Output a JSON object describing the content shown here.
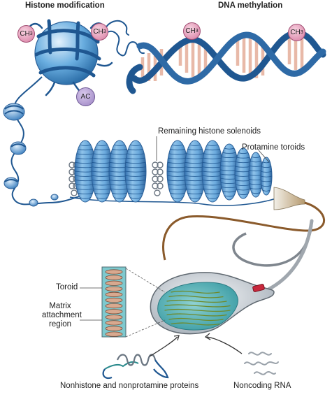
{
  "labels": {
    "histone_modification": "Histone modification",
    "dna_methylation": "DNA methylation",
    "remaining_histone_solenoids": "Remaining histone solenoids",
    "protamine_toroids": "Protamine toroids",
    "toroid": "Toroid",
    "matrix_attachment_region_1": "Matrix",
    "matrix_attachment_region_2": "attachment",
    "matrix_attachment_region_3": "region",
    "nonhistone_proteins": "Nonhistone and nonprotamine proteins",
    "noncoding_rna": "Noncoding RNA"
  },
  "badges": {
    "ch3": "CH",
    "ch3_sub": "3",
    "ac": "AC"
  },
  "colors": {
    "chromatin_blue": "#2e6aa6",
    "nucleosome_blue": "#6aaee0",
    "methyl_pink": "#d77aa0",
    "acetyl_purple": "#9a82c2",
    "dna_rung": "#e8b9a8",
    "tail_brown": "#8a5a2b",
    "sperm_teal": "#4db3b8",
    "acrosome_red": "#c8283c"
  }
}
